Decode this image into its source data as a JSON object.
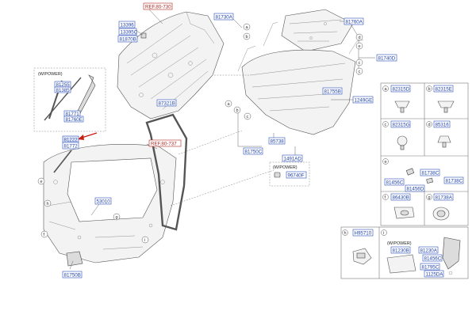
{
  "labels": {
    "ref_top": "REF.80-730",
    "p81730A": "81730A",
    "p13396": "13396",
    "p13395C": "13395C",
    "p81870B": "81870B",
    "p81760A": "81760A",
    "p81740D": "81740D",
    "p81255": "81255",
    "p81385": "81385",
    "p81771": "81771",
    "p81760E": "81760E",
    "p87321B": "87321B",
    "p81755B": "81755B",
    "p1249GE": "1249GE",
    "p81222": "81222",
    "p81772": "81772",
    "ref_mid": "REF.80-737",
    "p81750C": "81750C",
    "p85738": "85738",
    "p1491AD": "1491AD",
    "p96740F": "96740F",
    "p53010": "53010",
    "p81750B": "81750B"
  },
  "notes": {
    "w_power_left": "(W/POWER)",
    "w_power_mid": "(W/POWER)",
    "w_power_right": "(W/POWER)"
  },
  "callouts": [
    "a",
    "b",
    "c",
    "d",
    "e",
    "f",
    "g",
    "h",
    "i"
  ],
  "grid": {
    "a1": "82315D",
    "a2": "82315E",
    "b1": "82315G",
    "b2": "85316",
    "e1": "81738C",
    "e2": "81738C",
    "e3": "81456C",
    "e4": "81456D",
    "f1": "86430B",
    "g1": "81738A",
    "h1": "H95710",
    "i1": "81230B",
    "i2": "81230A",
    "i3": "81456C",
    "i4": "81795C",
    "i5": "1125DA"
  },
  "colors": {
    "label_blue": "#1c3fa8",
    "highlight_red": "#b0271f"
  }
}
